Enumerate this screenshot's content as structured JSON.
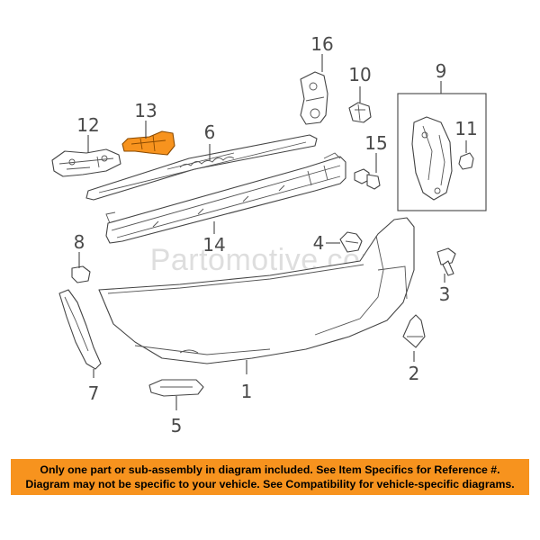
{
  "diagram": {
    "watermark": "Partomotive.com",
    "callouts": [
      "1",
      "2",
      "3",
      "4",
      "5",
      "6",
      "7",
      "8",
      "9",
      "10",
      "11",
      "12",
      "13",
      "14",
      "15",
      "16"
    ],
    "highlight_color": "#f7931e",
    "line_color": "#444444"
  },
  "notice": {
    "line1": "Only one part or sub-assembly in diagram included. See Item Specifics for Reference #.",
    "line2": "Diagram may not be specific to your vehicle. See Compatibility for vehicle-specific diagrams.",
    "background": "#f7931e"
  }
}
